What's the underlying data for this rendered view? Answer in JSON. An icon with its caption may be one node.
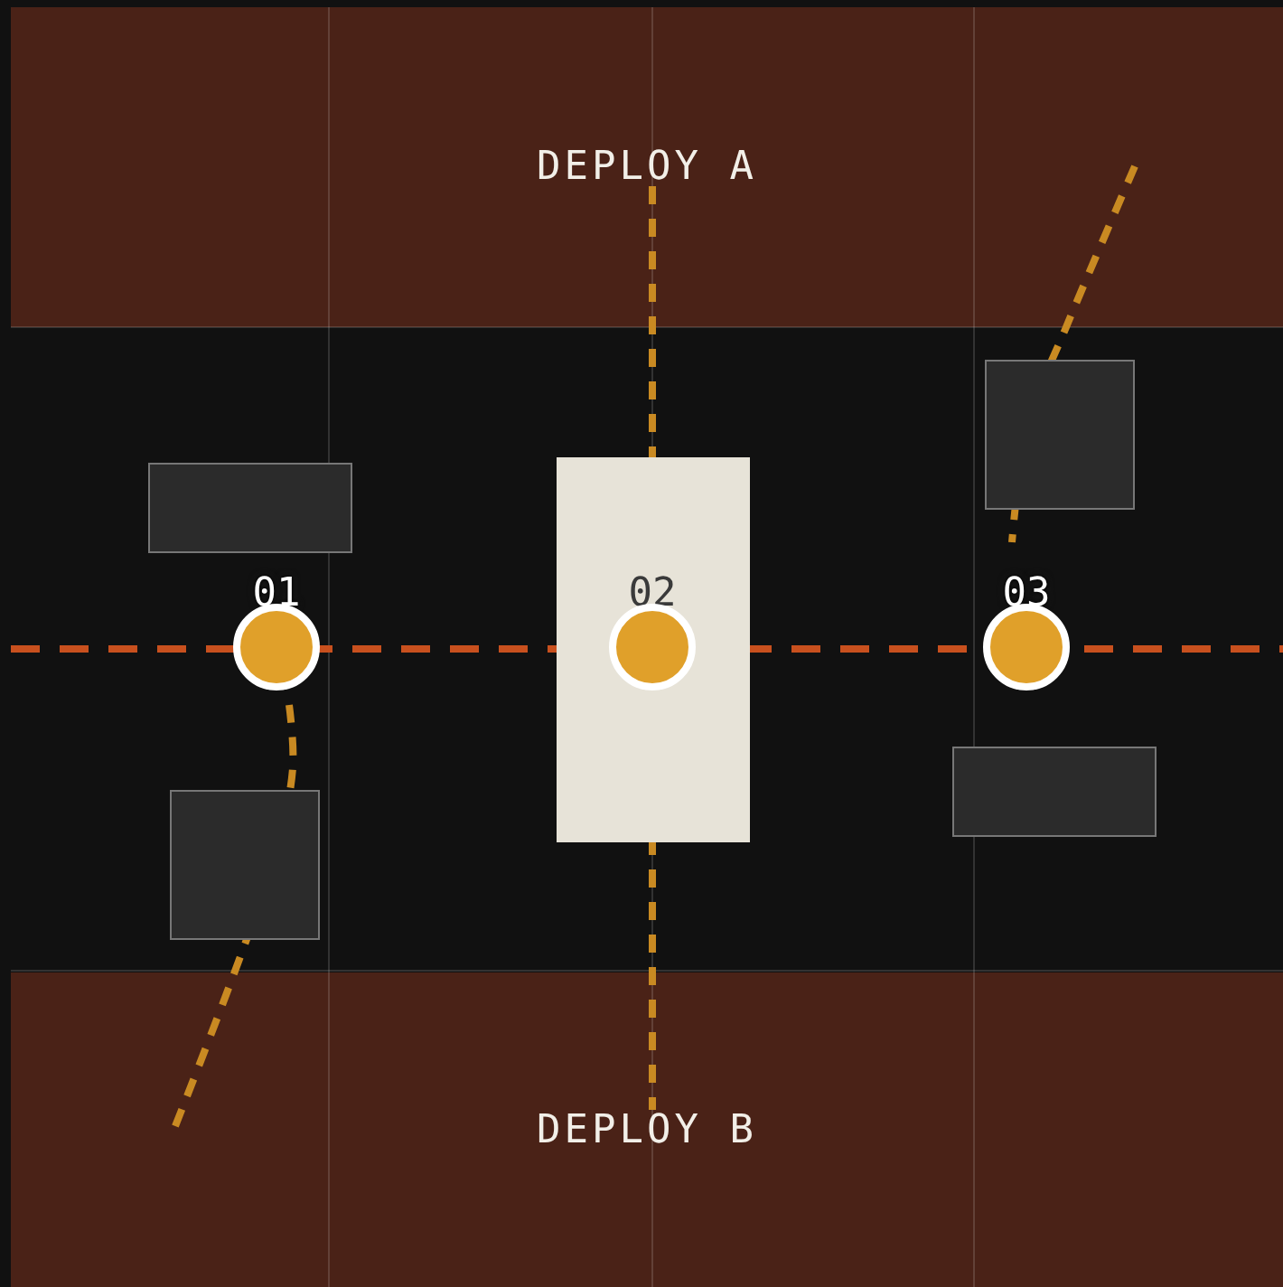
{
  "diagram": {
    "nodes": [
      {
        "text": [
          "DEPLOY A"
        ]
      },
      {
        "text": [],
        "shape": "box"
      },
      {
        "text": [],
        "shape": "box"
      },
      {
        "text": [],
        "shape": "box"
      },
      {
        "text": [
          "01"
        ]
      },
      {
        "text": [
          "02"
        ],
        "in": 3
      },
      {
        "text": [
          "03"
        ]
      },
      {
        "text": [],
        "shape": "box"
      },
      {
        "text": [],
        "shape": "box"
      },
      {
        "text": [
          "DEPLOY B"
        ]
      }
    ]
  }
}
